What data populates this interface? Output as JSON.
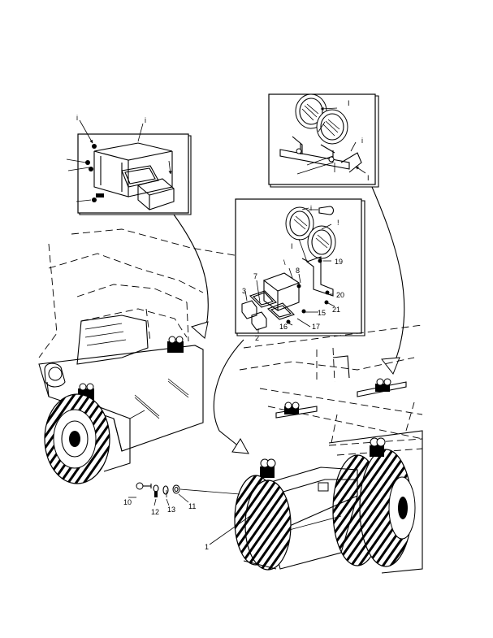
{
  "callouts": {
    "c1": "1",
    "c2": "2",
    "c3": "3",
    "c7": "7",
    "c8": "8",
    "c10": "10",
    "c11": "11",
    "c12": "12",
    "c13": "13",
    "c15": "15",
    "c16": "16",
    "c17": "17",
    "c19": "19",
    "c20": "20",
    "c21": "21"
  }
}
